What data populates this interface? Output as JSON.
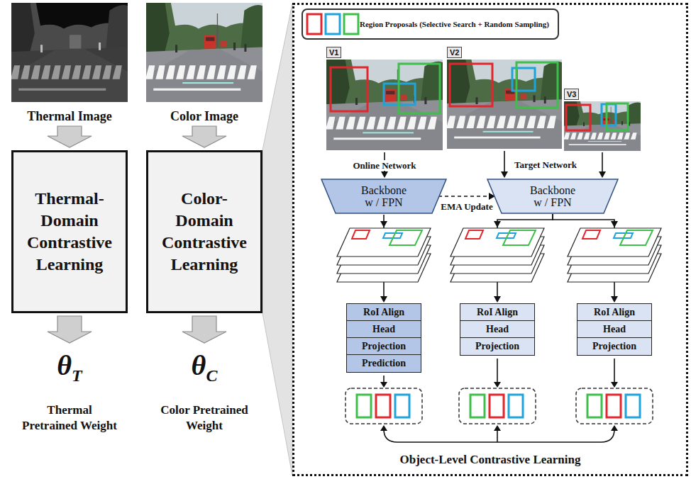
{
  "diagram": {
    "nodes": [
      {
        "text": [
          "Thermal Image"
        ]
      },
      {
        "text": [
          "Color Image"
        ]
      },
      {
        "text": [
          "Thermal-Domain Contrastive Learning"
        ]
      },
      {
        "text": [
          "Color-Domain Contrastive Learning"
        ]
      },
      {
        "text": [
          "θ",
          "T",
          "Thermal Pretrained Weight"
        ]
      },
      {
        "text": [
          "θ",
          "C",
          "Color Pretrained Weight"
        ]
      },
      {
        "text": [
          "Object-Level Contrastive Learning"
        ]
      },
      {
        "text": [
          "Region Proposals (Selective Search + Random Sampling)"
        ],
        "in": 6
      },
      {
        "text": [
          "V1"
        ],
        "in": 6
      },
      {
        "text": [
          "V2"
        ],
        "in": 6
      },
      {
        "text": [
          "V3"
        ],
        "in": 6
      },
      {
        "text": [
          "Backbone w / FPN"
        ],
        "in": 6
      },
      {
        "text": [
          "Backbone w / FPN"
        ],
        "in": 6
      },
      {
        "text": [
          "RoI Align",
          "Head",
          "Projection",
          "Prediction"
        ],
        "in": 6
      },
      {
        "text": [
          "RoI Align",
          "Head",
          "Projection"
        ],
        "in": 6
      },
      {
        "text": [
          "RoI Align",
          "Head",
          "Projection"
        ],
        "in": 6
      }
    ],
    "edges": [
      {
        "from": 0,
        "to": 2,
        "arrow": "to"
      },
      {
        "from": 1,
        "to": 3,
        "arrow": "to"
      },
      {
        "from": 2,
        "to": 4,
        "arrow": "to"
      },
      {
        "from": 3,
        "to": 5,
        "arrow": "to"
      },
      {
        "from": 8,
        "to": 11,
        "arrow": "to",
        "label": "Online Network"
      },
      {
        "from": 9,
        "to": 12,
        "arrow": "to",
        "label": "Target Network"
      },
      {
        "from": 10,
        "to": 12,
        "arrow": "to"
      },
      {
        "from": 11,
        "to": 12,
        "arrow": "to",
        "label": "EMA Update"
      },
      {
        "from": 11,
        "to": 13,
        "arrow": "to"
      },
      {
        "from": 12,
        "to": 14,
        "arrow": "to"
      },
      {
        "from": 12,
        "to": 15,
        "arrow": "to"
      }
    ]
  }
}
